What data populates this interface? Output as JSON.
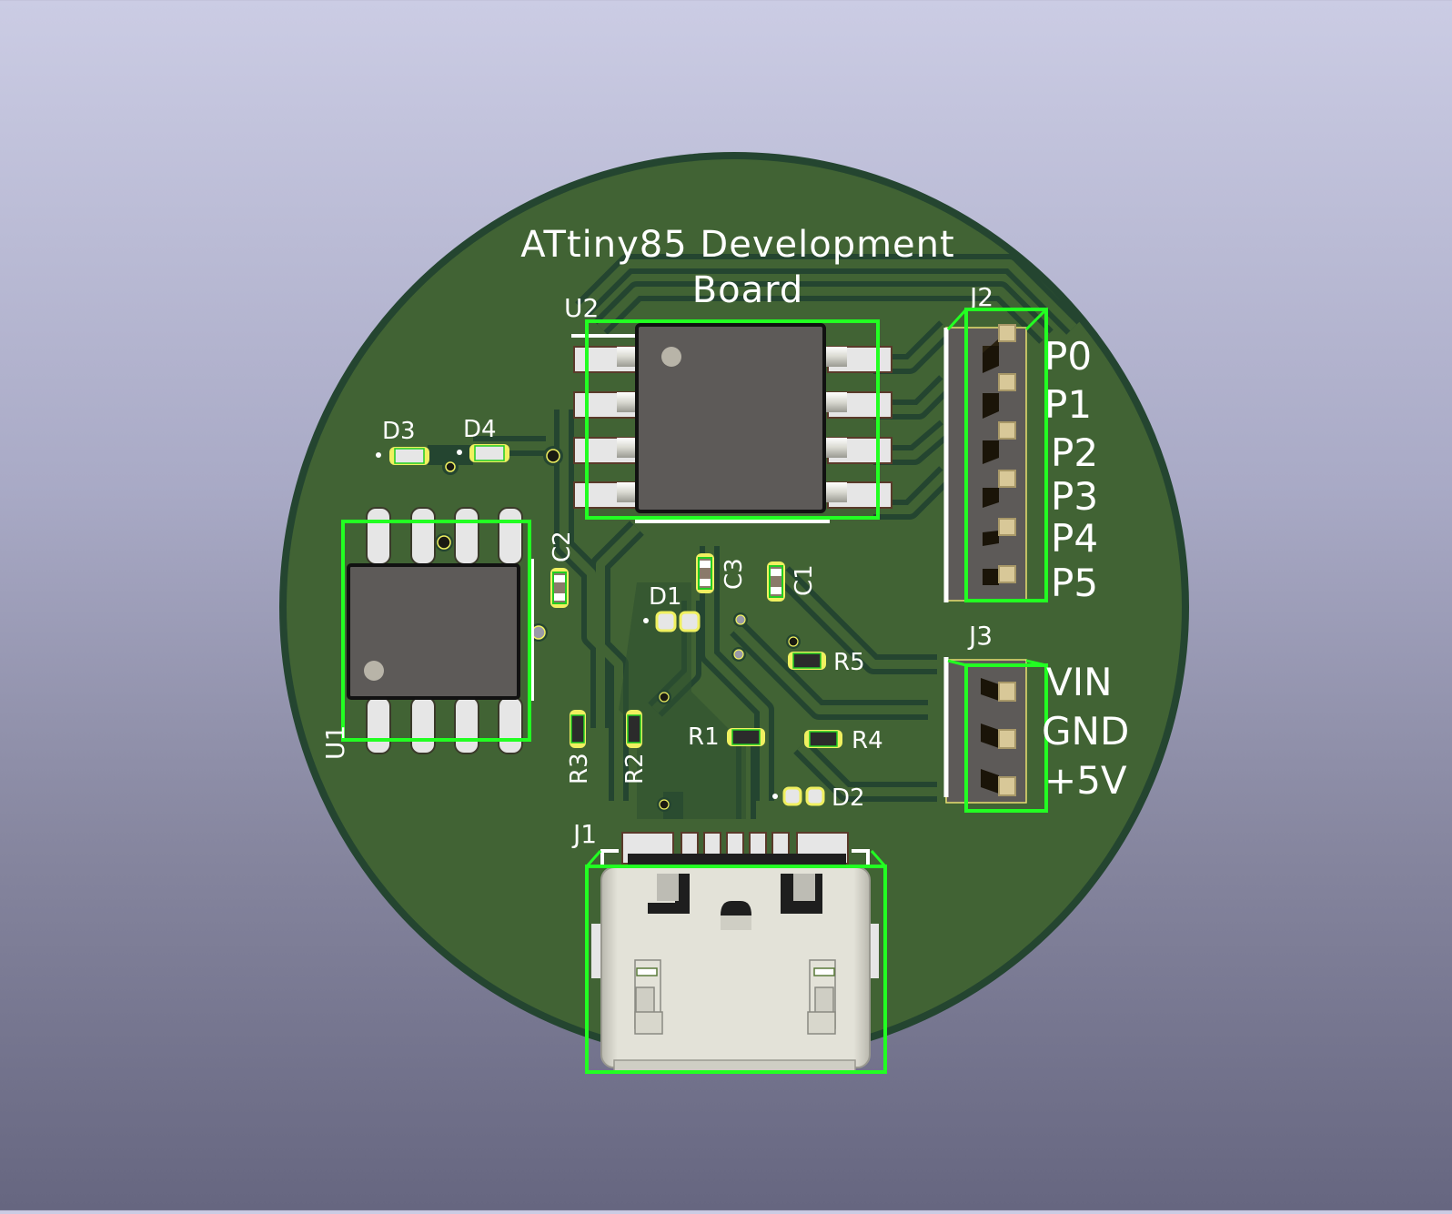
{
  "viewer": {
    "background_top": "#cbcce4",
    "background_bottom": "#666680"
  },
  "board": {
    "title_line1": "ATtiny85 Development",
    "title_line2": "Board",
    "shape": "circle",
    "soldermask_color": "#416334",
    "copper_clearance_color": "#244530",
    "silkscreen_color": "#ffffff",
    "courtyard_color": "#00ff00"
  },
  "components": {
    "U1": {
      "ref": "U1",
      "package": "SOIC-8"
    },
    "U2": {
      "ref": "U2",
      "package": "SOIC-8"
    },
    "J1": {
      "ref": "J1",
      "package": "USB-C"
    },
    "J2": {
      "ref": "J2",
      "package": "1x6 pin header",
      "pins": [
        "P0",
        "P1",
        "P2",
        "P3",
        "P4",
        "P5"
      ]
    },
    "J3": {
      "ref": "J3",
      "package": "1x3 pin header",
      "pins": [
        "VIN",
        "GND",
        "+5V"
      ]
    },
    "C1": {
      "ref": "C1"
    },
    "C2": {
      "ref": "C2"
    },
    "C3": {
      "ref": "C3"
    },
    "D1": {
      "ref": "D1"
    },
    "D2": {
      "ref": "D2"
    },
    "D3": {
      "ref": "D3"
    },
    "D4": {
      "ref": "D4"
    },
    "R1": {
      "ref": "R1"
    },
    "R2": {
      "ref": "R2"
    },
    "R3": {
      "ref": "R3"
    },
    "R4": {
      "ref": "R4"
    },
    "R5": {
      "ref": "R5"
    }
  }
}
